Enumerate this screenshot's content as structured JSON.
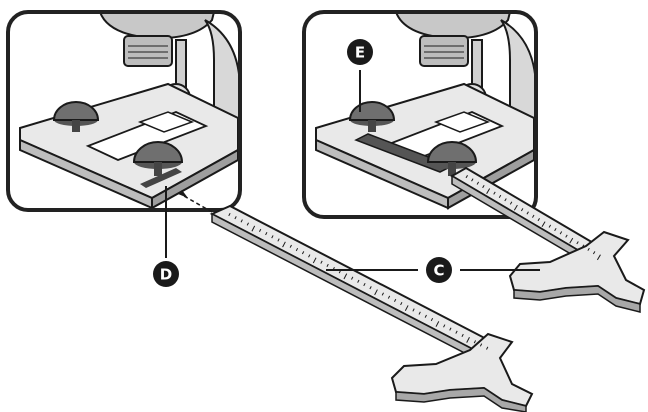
{
  "figure": {
    "callouts": [
      {
        "id": "D",
        "label": "D"
      },
      {
        "id": "E",
        "label": "E"
      },
      {
        "id": "C",
        "label": "C"
      }
    ],
    "colors": {
      "outline": "#1a1a1a",
      "panel_border": "#222222",
      "metal_light": "#e9e9e9",
      "metal_mid": "#c8c8c8",
      "metal_dark": "#8d8d8d",
      "knob": "#6f6f6f",
      "callout_fill": "#1a1a1a"
    }
  }
}
